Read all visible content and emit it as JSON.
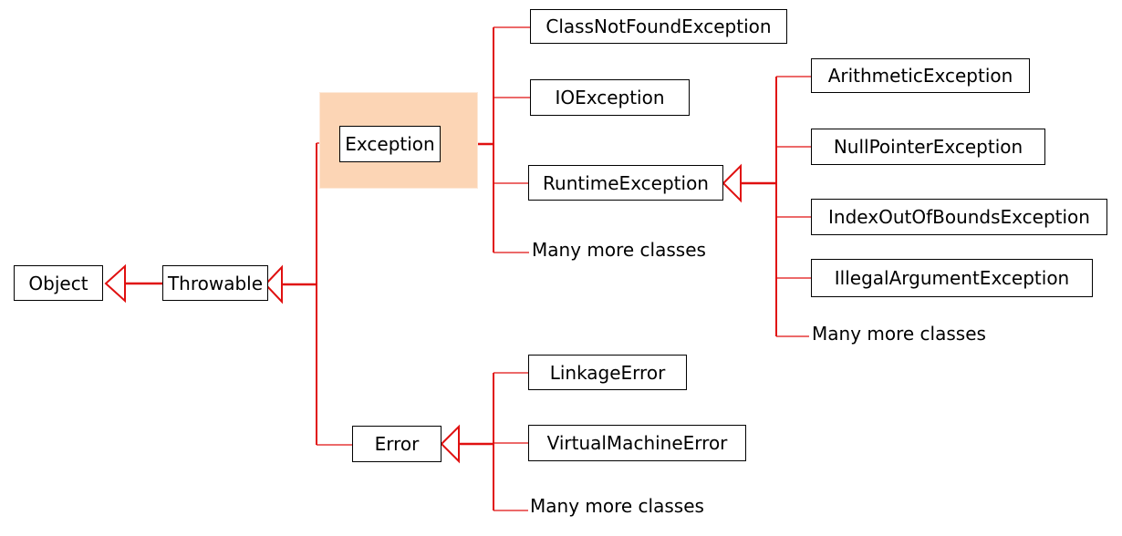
{
  "colors": {
    "connector": "#e01010",
    "highlight": "#fcd5b5",
    "box_border": "#000000"
  },
  "classes": {
    "object": "Object",
    "throwable": "Throwable",
    "exception": "Exception",
    "error": "Error",
    "class_not_found": "ClassNotFoundException",
    "io_exception": "IOException",
    "runtime_exception": "RuntimeException",
    "exception_more": "Many more classes",
    "arithmetic": "ArithmeticException",
    "null_pointer": "NullPointerException",
    "index_out_of_bounds": "IndexOutOfBoundsException",
    "illegal_argument": "IllegalArgumentException",
    "runtime_more": "Many more classes",
    "linkage_error": "LinkageError",
    "vm_error": "VirtualMachineError",
    "error_more": "Many more classes"
  }
}
